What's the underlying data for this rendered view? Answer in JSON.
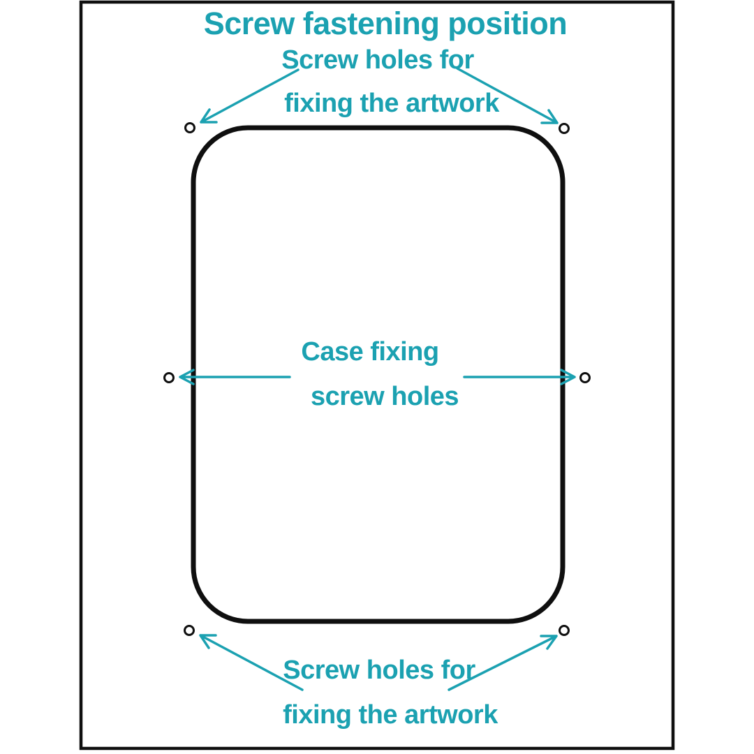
{
  "title": "Screw fastening position",
  "labels": {
    "top_screw_holes": {
      "line1": "Screw holes for",
      "line2": "fixing the artwork"
    },
    "case_fixing": {
      "line1": "Case fixing",
      "line2": "screw holes"
    },
    "bottom_screw_holes": {
      "line1": "Screw holes for",
      "line2": "fixing the artwork"
    }
  },
  "colors": {
    "accent": "#1BA1B1",
    "line": "#0f0f0f",
    "background": "#ffffff"
  }
}
